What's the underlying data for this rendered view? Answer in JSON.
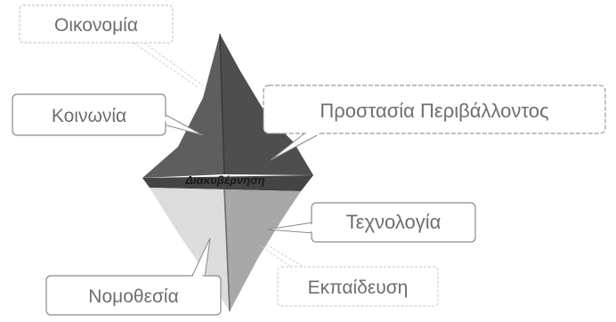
{
  "diagram": {
    "center_label": "Διακυβέρνηση",
    "labels": {
      "economy": "Οικονομία",
      "society": "Κοινωνία",
      "environment": "Προστασία Περιβάλλοντος",
      "technology": "Τεχνολογία",
      "legislation": "Νομοθεσία",
      "education": "Εκπαίδευση"
    }
  }
}
